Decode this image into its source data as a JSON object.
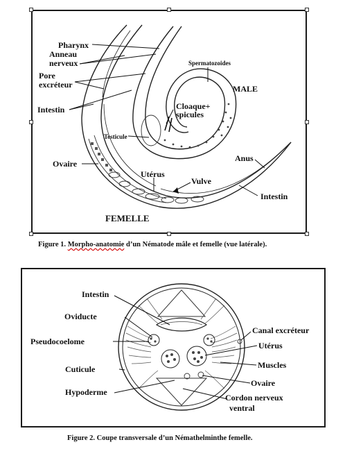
{
  "figure1": {
    "labels": {
      "pharynx": "Pharynx",
      "anneau": "Anneau",
      "nerveux": "nerveux",
      "pore": "Pore",
      "excreteur": "excréteur",
      "intestin_left": "Intestin",
      "spermatozoides": "Spermatozoides",
      "male": "MALE",
      "cloaque": "Cloaque+",
      "spicules": "spicules",
      "testicule": "Testicule",
      "ovaire": "Ovaire",
      "uterus": "Utérus",
      "vulve": "Vulve",
      "anus": "Anus",
      "intestin_right": "Intestin",
      "femelle": "FEMELLE"
    },
    "caption_prefix": "Figure 1. ",
    "caption_underlined": "Morpho-anatomie",
    "caption_rest": " d’un Nématode mâle et femelle (vue latérale)."
  },
  "figure2": {
    "labels": {
      "intestin": "Intestin",
      "oviducte": "Oviducte",
      "pseudocoelome": "Pseudocoelome",
      "cuticule": "Cuticule",
      "hypoderme": "Hypoderme",
      "canal": "Canal excréteur",
      "uterus": "Utérus",
      "muscles": "Muscles",
      "ovaire": "Ovaire",
      "cordon": "Cordon nerveux",
      "ventral": "ventral"
    },
    "caption": "Figure 2. Coupe transversale d’un Némathelminthe femelle."
  }
}
